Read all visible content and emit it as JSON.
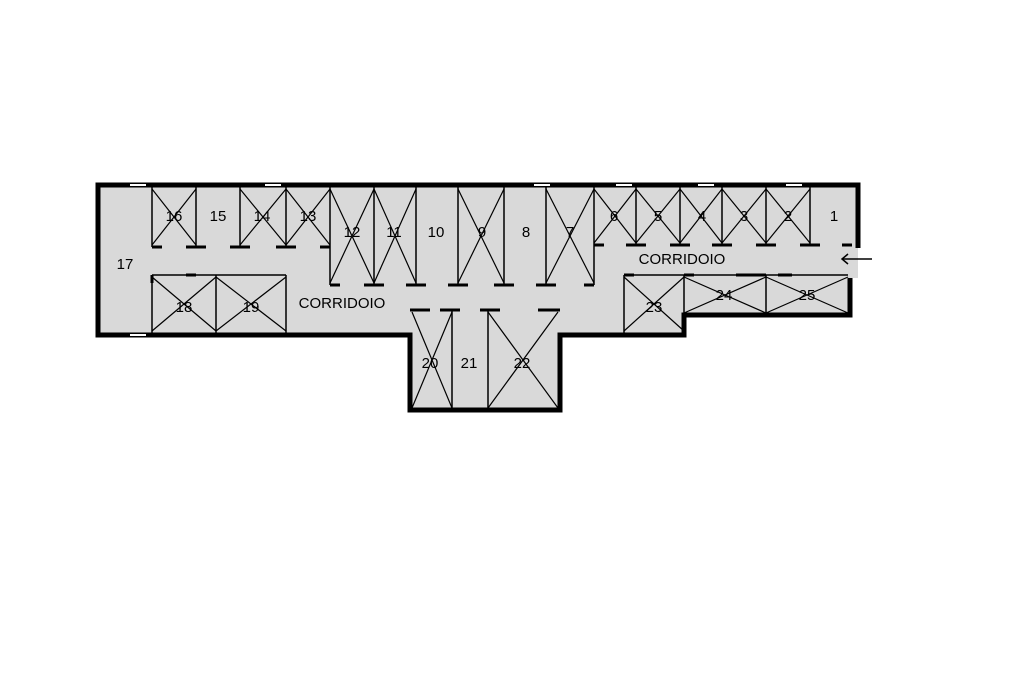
{
  "colors": {
    "background": "#ffffff",
    "floor": "#d9d9d9",
    "wall": "#000000"
  },
  "rooms": [
    {
      "id": "r1",
      "label": "1"
    },
    {
      "id": "r2",
      "label": "2"
    },
    {
      "id": "r3",
      "label": "3"
    },
    {
      "id": "r4",
      "label": "4"
    },
    {
      "id": "r5",
      "label": "5"
    },
    {
      "id": "r6",
      "label": "6"
    },
    {
      "id": "r7",
      "label": "7"
    },
    {
      "id": "r8",
      "label": "8"
    },
    {
      "id": "r9",
      "label": "9"
    },
    {
      "id": "r10",
      "label": "10"
    },
    {
      "id": "r11",
      "label": "11"
    },
    {
      "id": "r12",
      "label": "12"
    },
    {
      "id": "r13",
      "label": "13"
    },
    {
      "id": "r14",
      "label": "14"
    },
    {
      "id": "r15",
      "label": "15"
    },
    {
      "id": "r16",
      "label": "16"
    },
    {
      "id": "r17",
      "label": "17"
    },
    {
      "id": "r18",
      "label": "18"
    },
    {
      "id": "r19",
      "label": "19"
    },
    {
      "id": "r20",
      "label": "20"
    },
    {
      "id": "r21",
      "label": "21"
    },
    {
      "id": "r22",
      "label": "22"
    },
    {
      "id": "r23",
      "label": "23"
    },
    {
      "id": "r24",
      "label": "24"
    },
    {
      "id": "r25",
      "label": "25"
    }
  ],
  "corridors": [
    {
      "id": "corridor-east",
      "label": "CORRIDOIO"
    },
    {
      "id": "corridor-west",
      "label": "CORRIDOIO"
    }
  ],
  "entrance": {
    "icon": "arrow-left-icon"
  }
}
